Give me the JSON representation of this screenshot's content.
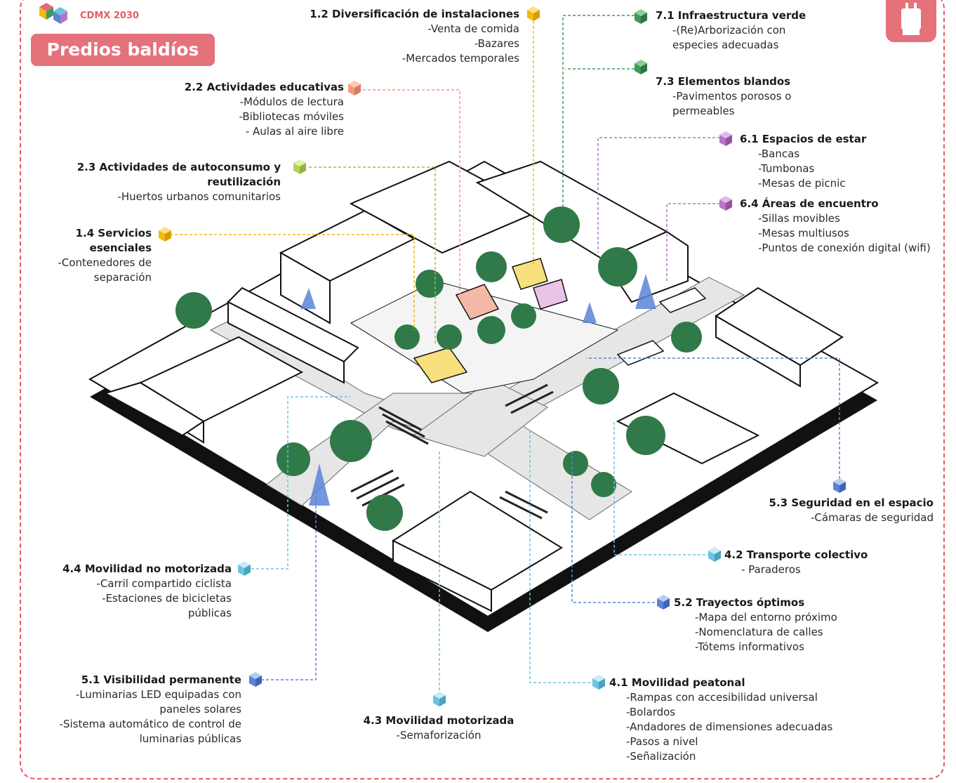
{
  "header": {
    "logo_text": "CDMX 2030",
    "title": "Predios baldíos"
  },
  "annotations": {
    "a12": {
      "heading": "1.2 Diversificación de instalaciones",
      "items": [
        "-Venta de comida",
        "-Bazares",
        "-Mercados temporales"
      ],
      "color": "#f2b90f"
    },
    "a22": {
      "heading": "2.2 Actividades educativas",
      "items": [
        "-Módulos de lectura",
        "-Bibliotecas móviles",
        "- Aulas al aire libre"
      ],
      "color": "#f29a7c"
    },
    "a23": {
      "heading": "2.3 Actividades de autoconsumo y reutilización",
      "items": [
        "-Huertos urbanos comunitarios"
      ],
      "color": "#b5d35c"
    },
    "a14": {
      "heading": "1.4 Servicios esenciales",
      "items": [
        "-Contenedores de separación"
      ],
      "color": "#f2b90f"
    },
    "a71": {
      "heading": "7.1 Infraestructura verde",
      "items": [
        "-(Re)Arborización con especies adecuadas"
      ],
      "color": "#3f9a5a"
    },
    "a73": {
      "heading": "7.3 Elementos blandos",
      "items": [
        "-Pavimentos porosos o permeables"
      ],
      "color": "#3f9a5a"
    },
    "a61": {
      "heading": "6.1 Espacios de estar",
      "items": [
        "-Bancas",
        "-Tumbonas",
        "-Mesas de picnic"
      ],
      "color": "#b774c7"
    },
    "a64": {
      "heading": "6.4 Áreas de encuentro",
      "items": [
        "-Sillas movibles",
        "-Mesas multiusos",
        "-Puntos de conexión digital (wifi)"
      ],
      "color": "#b774c7"
    },
    "a53": {
      "heading": "5.3 Seguridad en el espacio",
      "items": [
        "-Cámaras de seguridad"
      ],
      "color": "#5b84d6"
    },
    "a42": {
      "heading": "4.2 Transporte colectivo",
      "items": [
        "- Paraderos"
      ],
      "color": "#6cc3e0"
    },
    "a52": {
      "heading": "5.2 Trayectos óptimos",
      "items": [
        "-Mapa del entorno próximo",
        "-Nomenclatura de calles",
        "-Tótems informativos"
      ],
      "color": "#5b84d6"
    },
    "a41": {
      "heading": "4.1 Movilidad peatonal",
      "items": [
        "-Rampas con accesibilidad universal",
        "-Bolardos",
        "-Andadores de dimensiones adecuadas",
        "-Pasos a nivel",
        "-Señalización"
      ],
      "color": "#6cc3e0"
    },
    "a43": {
      "heading": "4.3 Movilidad motorizada",
      "items": [
        "-Semaforización"
      ],
      "color": "#6cc3e0"
    },
    "a51": {
      "heading": "5.1 Visibilidad permanente",
      "items": [
        "-Luminarias LED equipadas con paneles solares",
        "-Sistema automático de control de luminarias públicas"
      ],
      "color": "#5b84d6"
    },
    "a44": {
      "heading": "4.4 Movilidad no motorizada",
      "items": [
        "-Carril compartido ciclista",
        "-Estaciones de bicicletas públicas"
      ],
      "color": "#6cc3e0"
    }
  },
  "colors": {
    "frame": "#e35b63",
    "title_pill": "#e5717b",
    "tree": "#2f7a48",
    "ground": "#111111",
    "road": "#e6e6e6"
  }
}
